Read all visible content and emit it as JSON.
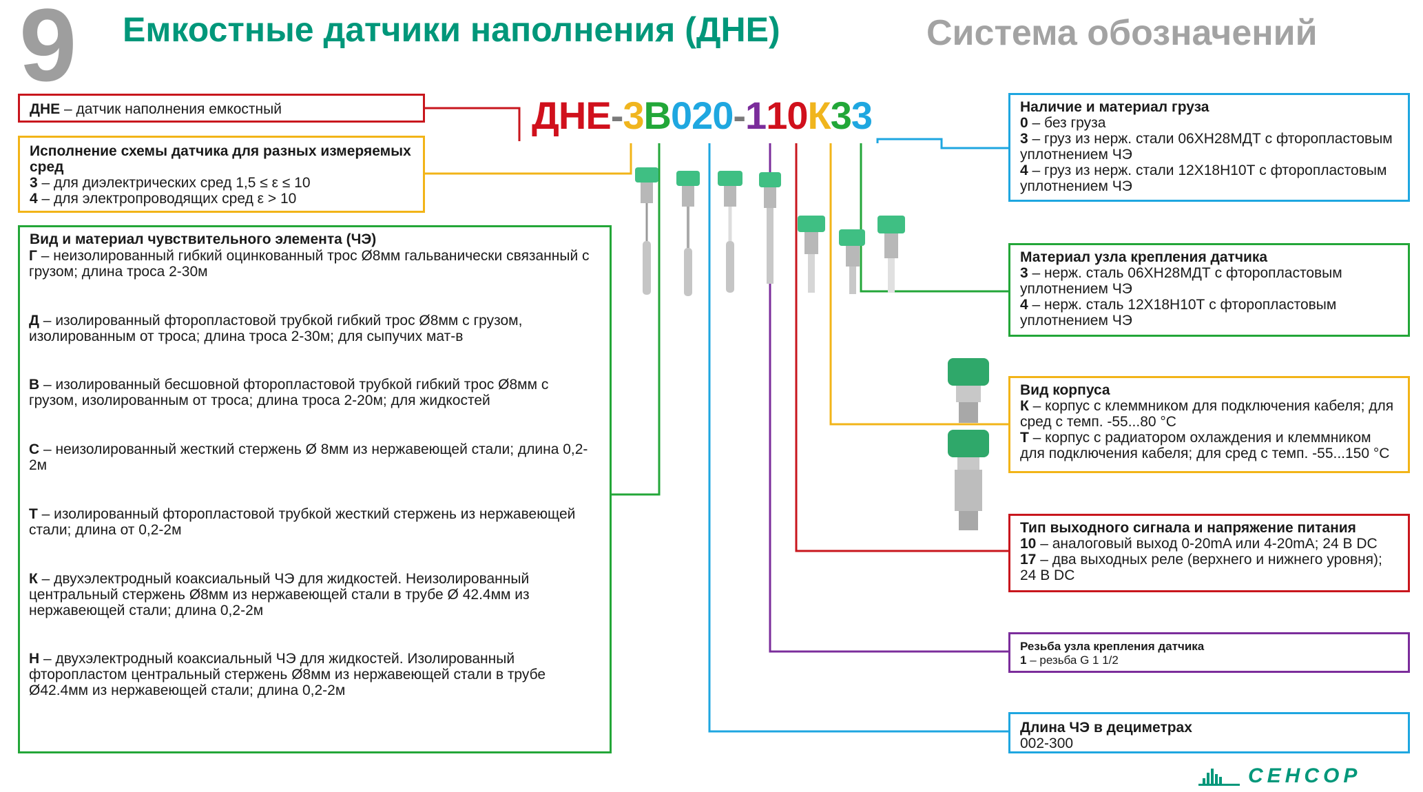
{
  "page": {
    "number": "9",
    "title": "Емкостные датчики наполнения (ДНЕ)",
    "system_title": "Система обозначений"
  },
  "code": {
    "parts": [
      {
        "text": "ДНЕ",
        "color": "#d0101c"
      },
      {
        "text": "-",
        "color": "#7a7a7a"
      },
      {
        "text": "3",
        "color": "#f0b51e"
      },
      {
        "text": "В",
        "color": "#22a738"
      },
      {
        "text": "020",
        "color": "#1fa7e0"
      },
      {
        "text": "-",
        "color": "#7a7a7a"
      },
      {
        "text": "1",
        "color": "#7b2d9b"
      },
      {
        "text": "10",
        "color": "#d0101c"
      },
      {
        "text": "К",
        "color": "#f0b51e"
      },
      {
        "text": "3",
        "color": "#22a738"
      },
      {
        "text": "3",
        "color": "#1fa7e0"
      }
    ]
  },
  "left": {
    "dne_box": {
      "term": "ДНЕ",
      "text": " – датчик наполнения емкостный"
    },
    "scheme_box": {
      "heading": "Исполнение схемы датчика для разных измеряемых сред",
      "line1_code": "3",
      "line1_text": " – для диэлектрических сред 1,5 ≤  ε ≤ 10",
      "line2_code": "4",
      "line2_text": " – для электропроводящих сред ε > 10"
    },
    "element_box": {
      "heading": "Вид и материал чувствительного элемента (ЧЭ)",
      "items": [
        {
          "code": "Г",
          "text": " – неизолированный гибкий оцинкованный трос Ø8мм гальванически связанный с грузом; длина троса 2-30м"
        },
        {
          "code": "Д",
          "text": " – изолированный фторопластовой трубкой гибкий трос Ø8мм с грузом, изолированным от троса; длина троса 2-30м; для сыпучих мат-в"
        },
        {
          "code": "В",
          "text": " – изолированный бесшовной фторопластовой трубкой гибкий трос Ø8мм с грузом, изолированным от троса; длина троса 2-20м; для жидкостей"
        },
        {
          "code": "С",
          "text": " – неизолированный жесткий стержень Ø 8мм из нержавеющей стали; длина 0,2-2м"
        },
        {
          "code": "Т",
          "text": " – изолированный фторопластовой трубкой жесткий стержень из нержавеющей стали; длина от 0,2-2м"
        },
        {
          "code": "К",
          "text": " – двухэлектродный коаксиальный ЧЭ для жидкостей. Неизолированный центральный стержень Ø8мм из нержавеющей стали в трубе Ø 42.4мм из нержавеющей стали; длина 0,2-2м"
        },
        {
          "code": "Н",
          "text": " – двухэлектродный коаксиальный ЧЭ для жидкостей. Изолированный фторопластом центральный стержень Ø8мм из нержавеющей стали в трубе Ø42.4мм из нержавеющей стали; длина 0,2-2м"
        }
      ]
    }
  },
  "right": {
    "weight_box": {
      "heading": "Наличие и материал груза",
      "lines": [
        {
          "code": "0",
          "text": " – без груза"
        },
        {
          "code": "3",
          "text": " – груз из нерж. стали 06ХН28МДТ с фторопластовым уплотнением ЧЭ"
        },
        {
          "code": "4",
          "text": " – груз из нерж. стали 12Х18Н10Т с фторопластовым уплотнением ЧЭ"
        }
      ]
    },
    "mount_box": {
      "heading": "Материал узла крепления датчика",
      "lines": [
        {
          "code": "3",
          "text": " – нерж. сталь 06ХН28МДТ с фторопластовым уплотнением ЧЭ"
        },
        {
          "code": "4",
          "text": " – нерж. сталь 12Х18Н10Т с фторопластовым уплотнением ЧЭ"
        }
      ]
    },
    "housing_box": {
      "heading": "Вид корпуса",
      "lines": [
        {
          "code": "К",
          "text": " – корпус с клеммником для подключения кабеля; для сред с темп. -55...80 °С"
        },
        {
          "code": "Т",
          "text": " – корпус с радиатором охлаждения и клеммником для подключения кабеля; для сред с темп. -55...150 °С"
        }
      ]
    },
    "signal_box": {
      "heading": "Тип выходного сигнала и напряжение питания",
      "lines": [
        {
          "code": "10",
          "text": " – аналоговый выход 0-20mA или 4-20mA; 24 В DC"
        },
        {
          "code": "17",
          "text": " – два выходных реле (верхнего и нижнего уровня); 24 В DC"
        }
      ]
    },
    "thread_box": {
      "heading": "Резьба узла крепления датчика",
      "line_code": "1",
      "line_text": " – резьба G 1 1/2"
    },
    "length_box": {
      "heading": "Длина ЧЭ в дециметрах",
      "value": "002-300"
    }
  },
  "logo": {
    "text": "СЕНСОР",
    "color": "#00977a"
  },
  "colors": {
    "red": "#c8161d",
    "yellow": "#f2b418",
    "green": "#23a638",
    "blue": "#1ea6e0",
    "purple": "#7b2d9b",
    "teal": "#00977a",
    "gray": "#9e9e9e"
  }
}
